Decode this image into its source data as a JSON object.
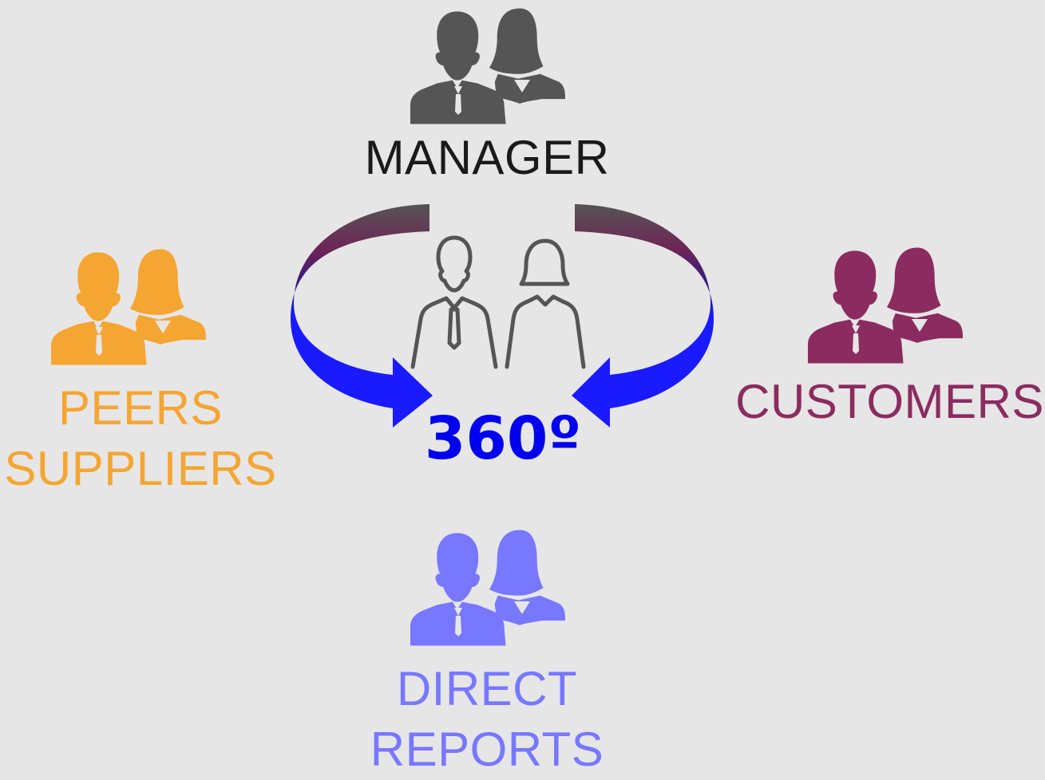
{
  "colors": {
    "background": "#e6e6e6",
    "manager": "#555555",
    "manager_text": "#1a1a1a",
    "peers": "#f5a531",
    "customers": "#8c2b60",
    "direct_reports": "#7777ff",
    "degree": "#0000ee",
    "arrow_blue": "#1a1aff",
    "arrow_dark": "#555555",
    "arrow_mid": "#6e2556",
    "outline_people": "#555555"
  },
  "icons": {
    "manager_group": "people-group-icon",
    "peers_group": "people-group-icon",
    "customers_group": "people-group-icon",
    "direct_reports_group": "people-group-icon",
    "center": "person-outline-pair-icon"
  },
  "groups": {
    "manager": {
      "label_lines": [
        "MANAGER"
      ]
    },
    "peers": {
      "label_lines": [
        "PEERS",
        "SUPPLIERS"
      ]
    },
    "customers": {
      "label_lines": [
        "CUSTOMERS"
      ]
    },
    "direct_reports": {
      "label_lines": [
        "DIRECT",
        "REPORTS"
      ]
    }
  },
  "center": {
    "degree_label": "360º"
  }
}
